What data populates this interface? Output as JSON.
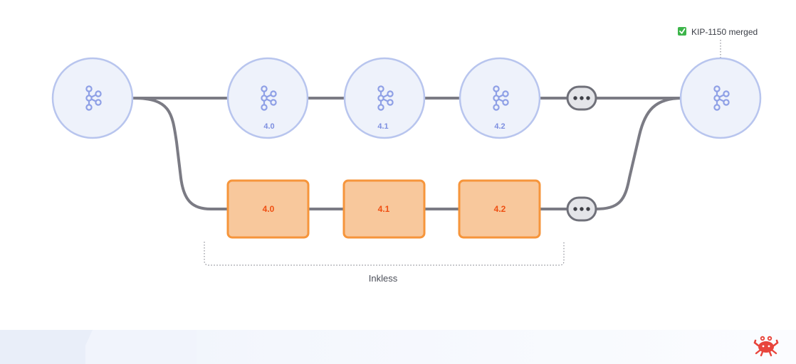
{
  "diagram": {
    "top_track": {
      "nodes": [
        {
          "label": ""
        },
        {
          "label": "4.0"
        },
        {
          "label": "4.1"
        },
        {
          "label": "4.2"
        },
        {
          "label": ""
        }
      ]
    },
    "bottom_track": {
      "boxes": [
        {
          "label": "4.0"
        },
        {
          "label": "4.1"
        },
        {
          "label": "4.2"
        }
      ]
    },
    "bracket_caption": "Inkless",
    "annotation": {
      "text": "KIP-1150 merged",
      "check_icon": "green-checkmark-icon"
    },
    "icons": {
      "node_icon": "kafka-cluster-icon",
      "continuation_icon": "ellipsis-icon",
      "brand_icon": "crab-logo-icon"
    },
    "colors": {
      "node_fill": "#eef2fb",
      "node_stroke": "#b8c5ee",
      "node_icon": "#8fa0e6",
      "node_label": "#7d8fe0",
      "box_fill": "#f8c89c",
      "box_stroke": "#f6953b",
      "box_label": "#ef4f12",
      "line": "#7b7b84",
      "check_green": "#3cb54a",
      "brand_red": "#e8453c"
    }
  }
}
